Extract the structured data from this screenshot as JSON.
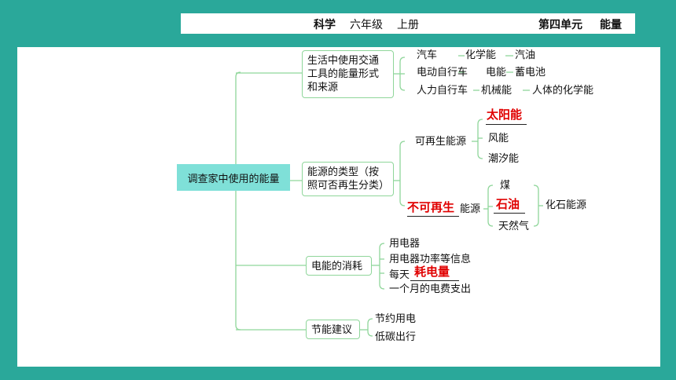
{
  "header": {
    "subject": "科学",
    "grade": "六年级",
    "volume": "上册",
    "unit": "第四单元",
    "topic": "能量"
  },
  "diagram": {
    "root": "调查家中使用的能量",
    "branch1": {
      "title": "生活中使用交通工具的能量形式和来源",
      "rows": [
        [
          "汽车",
          "化学能",
          "汽油"
        ],
        [
          "电动自行车",
          "电能",
          "蓄电池"
        ],
        [
          "人力自行车",
          "机械能",
          "人体的化学能"
        ]
      ]
    },
    "branch2": {
      "title": "能源的类型（按照可否再生分类）",
      "renewable": {
        "label": "可再生能源",
        "items": [
          "太阳能",
          "风能",
          "潮汐能"
        ]
      },
      "nonrenewable": {
        "label_red": "不可再生",
        "label_black": "能源",
        "items": [
          "煤",
          "石油",
          "天然气"
        ],
        "group": "化石能源"
      }
    },
    "branch3": {
      "title": "电能的消耗",
      "items": [
        "用电器",
        "用电器功率等信息",
        "每天",
        "一个月的电费支出"
      ],
      "answer": "耗电量"
    },
    "branch4": {
      "title": "节能建议",
      "items": [
        "节约用电",
        "低碳出行"
      ]
    }
  },
  "colors": {
    "background": "#2aa89a",
    "line": "#8fd69a",
    "root_fill": "#7fe0d8",
    "answer_red": "#e00000"
  }
}
